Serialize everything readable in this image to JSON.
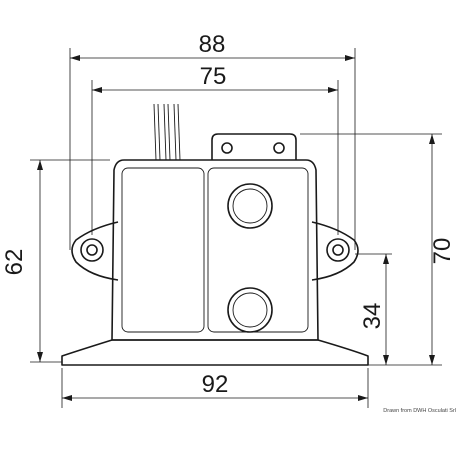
{
  "dimensions": {
    "overall_width": "88",
    "inner_width": "75",
    "base_width": "92",
    "body_height": "62",
    "total_height": "70",
    "mount_height": "34"
  },
  "credit": "Drawn from DWH Osculati Srl"
}
